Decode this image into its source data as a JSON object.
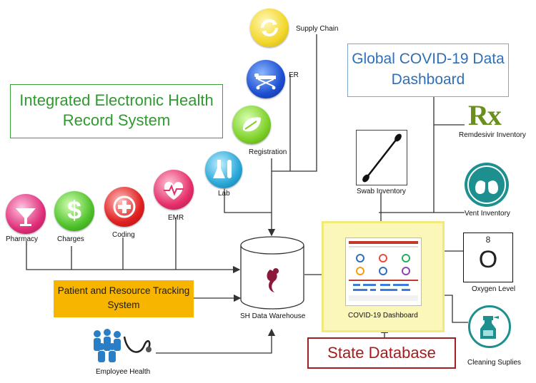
{
  "title_boxes": {
    "ehr": "Integrated Electronic Health Record System",
    "global": "Global COVID-19 Data Dashboard",
    "patient": "Patient and Resource Tracking System",
    "state": "State Database"
  },
  "sources": {
    "supply_chain": "Supply Chain",
    "er": "ER",
    "registration": "Registration",
    "lab": "Lab",
    "pharmacy": "Pharmacy",
    "charges": "Charges",
    "coding": "Coding",
    "emr": "EMR",
    "employee_health": "Employee Health"
  },
  "warehouse": {
    "label": "SH Data Warehouse"
  },
  "dashboard": {
    "label": "COVID-19 Dashboard"
  },
  "inventory": {
    "rx_symbol": "Rx",
    "remdesivir": "Remdesivir Inventory",
    "swab": "Swab Inventory",
    "vent": "Vent Inventory",
    "oxygen": "Oxygen Level",
    "oxygen_number": "8",
    "oxygen_symbol": "O",
    "cleaning": "Cleaning Suplies"
  },
  "colors": {
    "ehr_green": "#2f9a2f",
    "global_blue": "#2f6fb5",
    "orange": "#f7b500",
    "state_red": "#a41d1d",
    "rx_green": "#6b8f1e",
    "teal": "#1d8f8f",
    "highlight": "#fbf7b9"
  }
}
